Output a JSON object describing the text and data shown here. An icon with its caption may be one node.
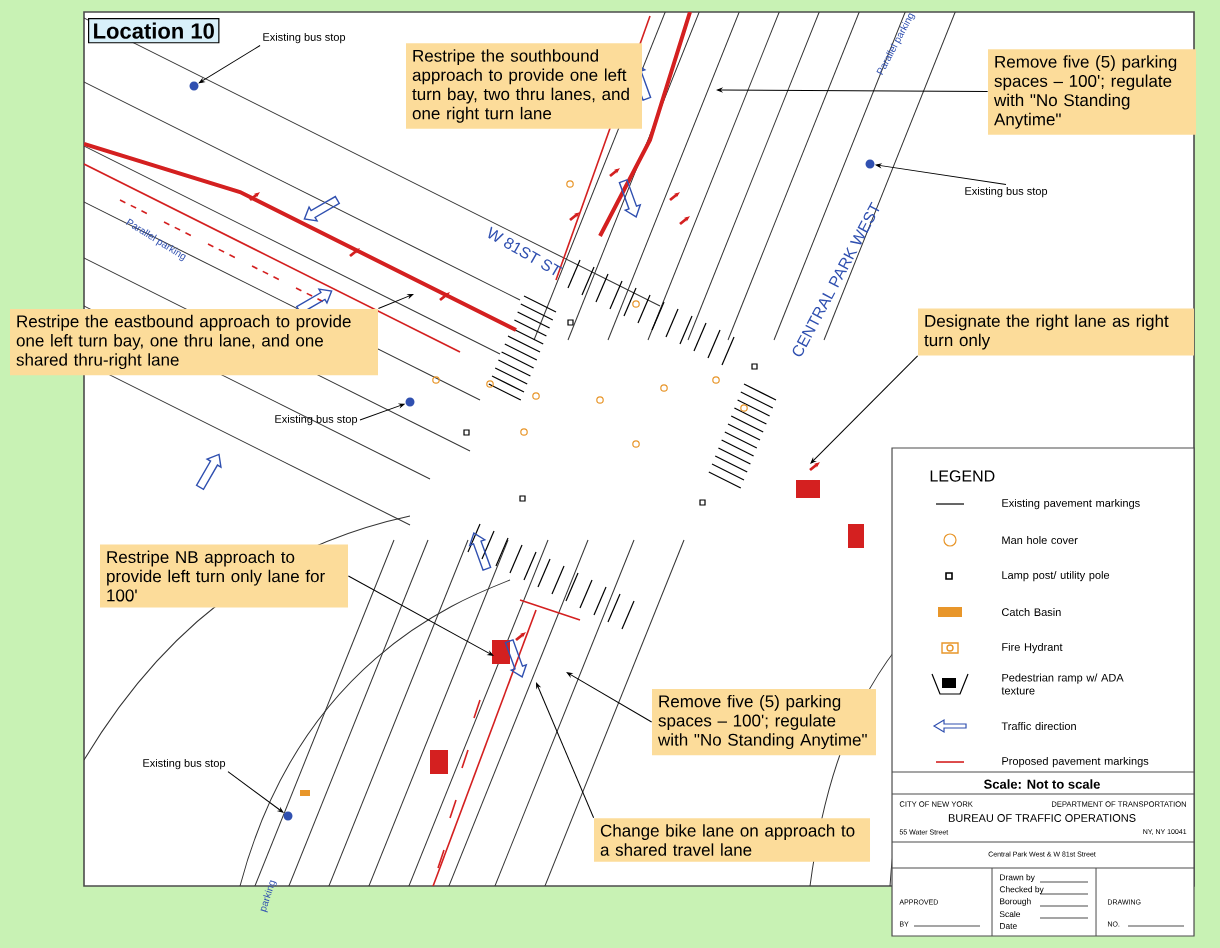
{
  "diagram": {
    "title": "Location 10",
    "nodes": [
      {
        "text": [
          "Existing bus stop"
        ]
      },
      {
        "text": [],
        "shape": "circle"
      },
      {
        "text": [
          "Restripe the southbound approach to provide one left turn bay, two thru lanes, and one right turn lane"
        ]
      },
      {
        "text": [
          "Remove five (5) parking spaces – 100'; regulate with \"No Standing Anytime\""
        ]
      },
      {
        "text": [
          "Existing bus stop"
        ]
      },
      {
        "text": [],
        "shape": "circle"
      },
      {
        "text": [
          "Restripe the eastbound approach to provide one left turn bay, one thru lane, and one shared thru-right lane"
        ]
      },
      {
        "text": [
          "Existing bus stop"
        ]
      },
      {
        "text": [],
        "shape": "circle"
      },
      {
        "text": [
          "Designate the right lane as right turn only"
        ]
      },
      {
        "text": [
          "Restripe NB approach to provide left turn only lane for 100'"
        ]
      },
      {
        "text": [
          "Existing bus stop"
        ]
      },
      {
        "text": [],
        "shape": "circle"
      },
      {
        "text": [
          "Remove five (5) parking spaces – 100'; regulate with \"No Standing Anytime\""
        ]
      },
      {
        "text": [
          "Change bike lane on approach to a shared travel lane"
        ]
      }
    ],
    "edges": [
      {
        "from": 0,
        "to": 1,
        "arrow": "to"
      },
      {
        "from": 3,
        "to": null,
        "arrow": "to"
      },
      {
        "from": 4,
        "to": 5,
        "arrow": "to"
      },
      {
        "from": 6,
        "to": null,
        "arrow": "to"
      },
      {
        "from": 7,
        "to": 8,
        "arrow": "to"
      },
      {
        "from": 9,
        "to": null,
        "arrow": "to"
      },
      {
        "from": 10,
        "to": null,
        "arrow": "to"
      },
      {
        "from": 11,
        "to": 12,
        "arrow": "to"
      },
      {
        "from": 13,
        "to": null,
        "arrow": "to"
      },
      {
        "from": 14,
        "to": null,
        "arrow": "to"
      }
    ],
    "labels": [
      "W 81ST ST",
      "CENTRAL PARK WEST",
      "Parallel parking",
      "Parallel parking",
      "parking",
      "LEGEND",
      "Scale:  Not to scale",
      "CITY OF NEW YORK",
      "DEPARTMENT OF TRANSPORTATION",
      "BUREAU OF TRAFFIC OPERATIONS",
      "55 Water Street",
      "NY, NY 10041",
      "Central Park West & W 81st Street",
      "APPROVED",
      "BY",
      "Drawn by",
      "Checked by",
      "Borough",
      "Scale",
      "Date",
      "DRAWING",
      "NO."
    ],
    "legend": [
      {
        "text": "Existing pavement markings"
      },
      {
        "text": "Man hole cover"
      },
      {
        "text": "Lamp post/ utility pole"
      },
      {
        "text": "Catch Basin"
      },
      {
        "text": "Fire Hydrant"
      },
      {
        "text": "Pedestrian ramp w/ ADA texture"
      },
      {
        "text": "Traffic direction"
      },
      {
        "text": "Proposed pavement markings"
      }
    ]
  }
}
